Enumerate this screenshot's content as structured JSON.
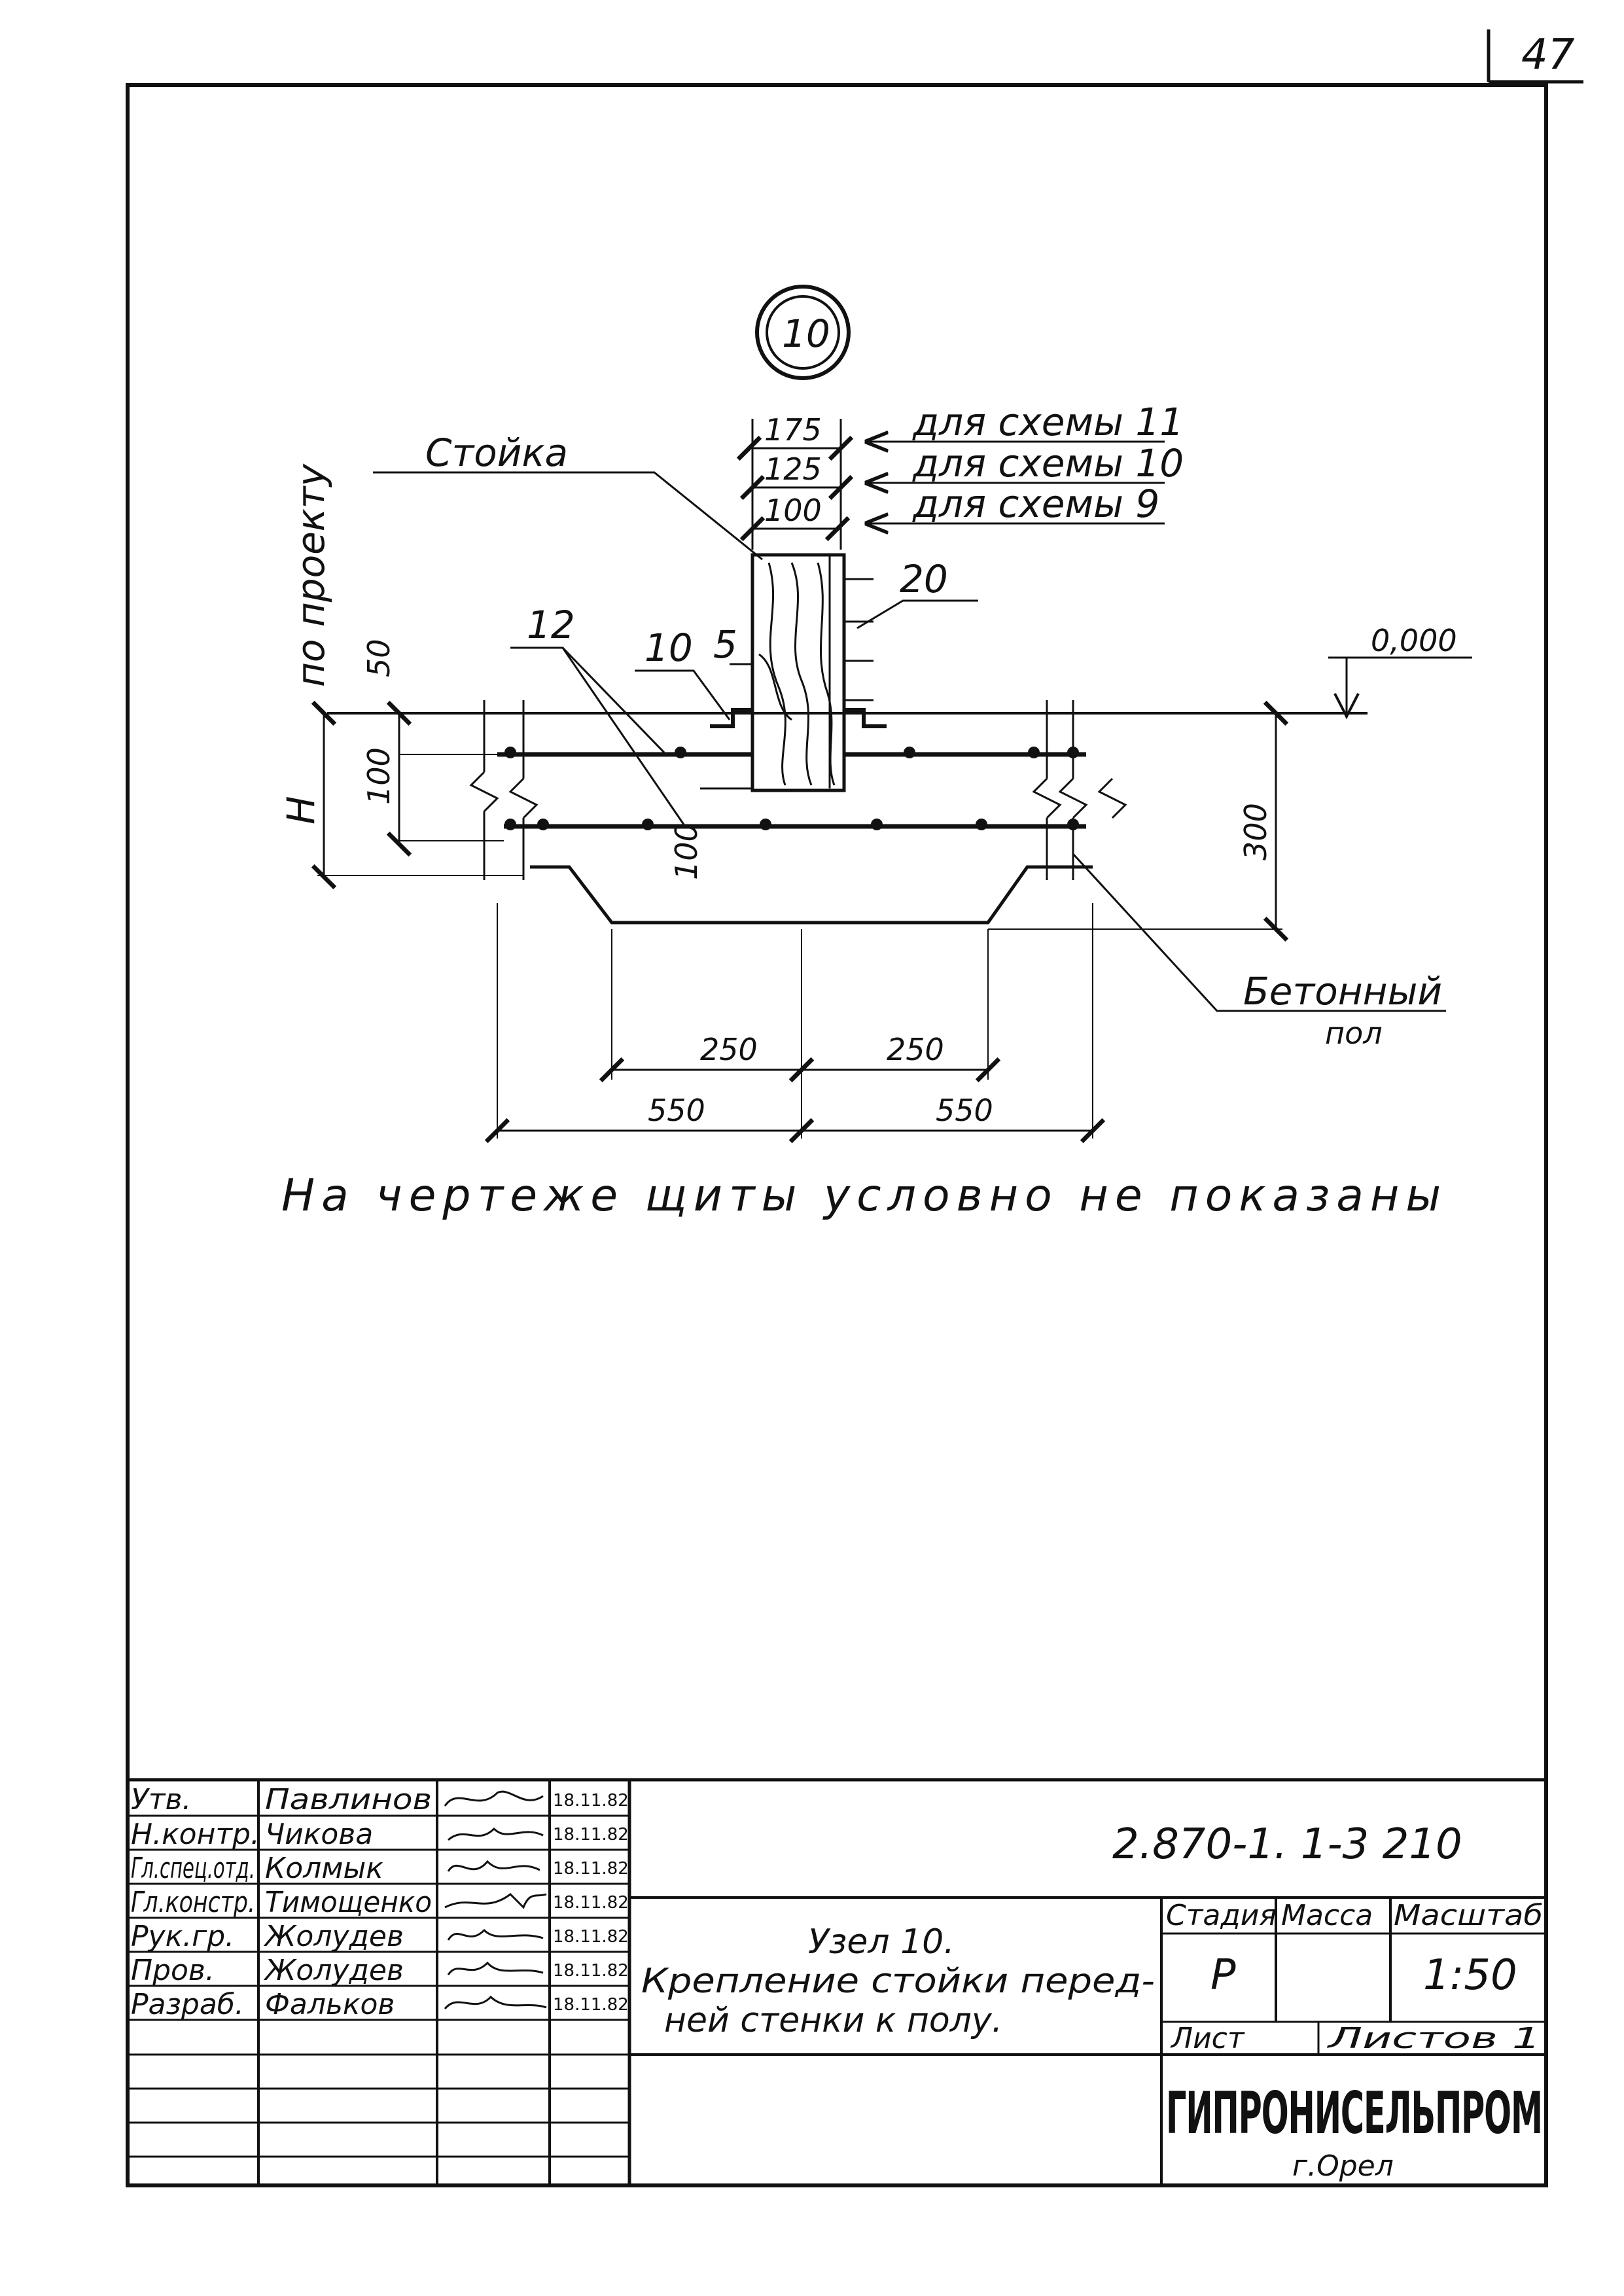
{
  "sheet": {
    "page_number": "47"
  },
  "detail": {
    "node_mark": "10",
    "post_label": "Стойка",
    "widths": [
      {
        "value": "175",
        "scheme": "для схемы 11"
      },
      {
        "value": "125",
        "scheme": "для схемы 10"
      },
      {
        "value": "100",
        "scheme": "для схемы 9"
      }
    ],
    "dims": {
      "d20": "20",
      "d5": "5",
      "d10": "10",
      "d12": "12",
      "d50": "50",
      "d100_left": "100",
      "d100_slab": "100",
      "H": "H",
      "by_project": "по проекту",
      "level": "0,000",
      "d300": "300",
      "d250_left": "250",
      "d250_right": "250",
      "d550_left": "550",
      "d550_right": "550"
    },
    "floor_label_line1": "Бетонный",
    "floor_label_line2": "пол",
    "note": "На чертеже щиты условно не показаны"
  },
  "title_block": {
    "roles": [
      "Утв.",
      "Н.контр.",
      "Гл.спец.отд.",
      "Гл.констр.",
      "Рук.гр.",
      "Пров.",
      "Разраб."
    ],
    "names": [
      "Павлинов",
      "Чикова",
      "Колмык",
      "Тимощенко",
      "Жолудев",
      "Жолудев",
      "Фальков"
    ],
    "dates": [
      "18.11.82",
      "18.11.82",
      "18.11.82",
      "18.11.82",
      "18.11.82",
      "18.11.82",
      "18.11.82"
    ],
    "doc_code": "2.870-1. 1-3 210",
    "title_line1": "Узел 10.",
    "title_line2": "Крепление стойки перед-",
    "title_line3": "ней стенки к полу.",
    "stage_header": "Стадия",
    "mass_header": "Масса",
    "scale_header": "Масштаб",
    "stage": "Р",
    "scale": "1:50",
    "sheet_label": "Лист",
    "sheets_label": "Листов 1",
    "organization": "ГИПРОНИСЕЛЬПРОМ",
    "city": "г.Орел"
  }
}
